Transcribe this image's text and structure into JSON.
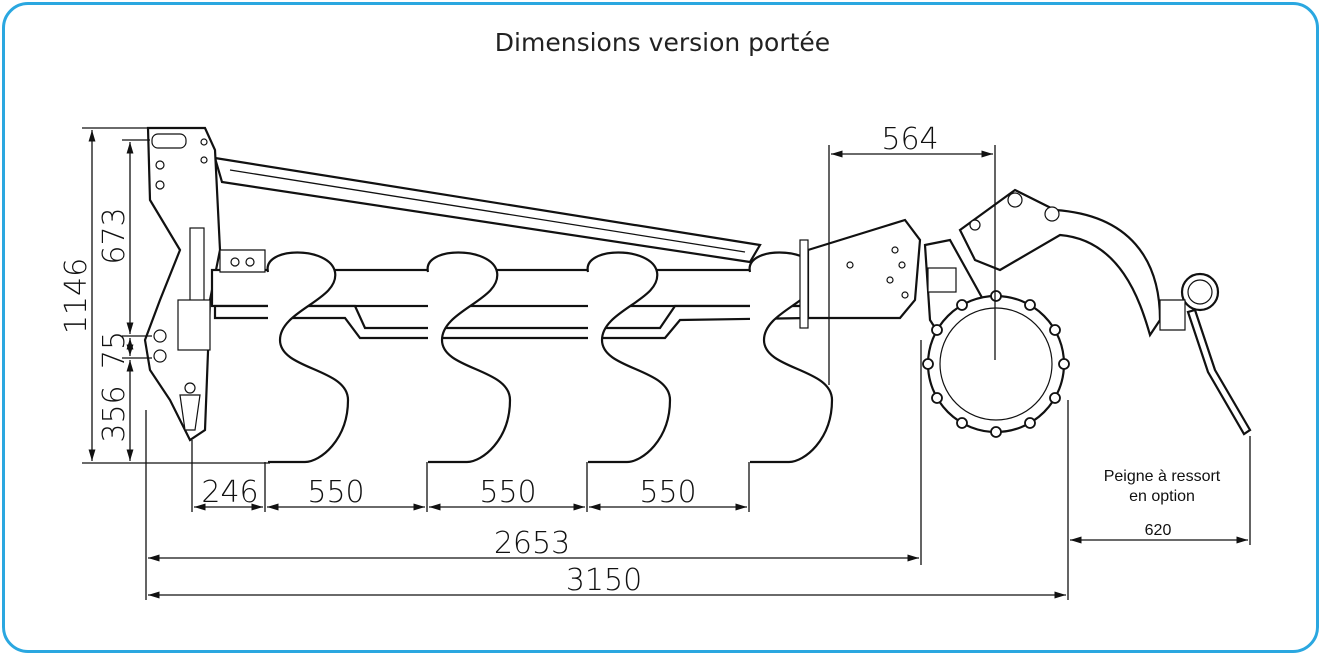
{
  "title": "Dimensions version portée",
  "dimensions": {
    "height_total": "1146",
    "height_upper": "673",
    "height_mid": "75",
    "height_lower": "356",
    "offset_first": "246",
    "spacing_1": "550",
    "spacing_2": "550",
    "spacing_3": "550",
    "width_frame": "2653",
    "width_total": "3150",
    "roller_offset": "564",
    "comb_length": "620"
  },
  "notes": {
    "comb_line1": "Peigne à ressort",
    "comb_line2": "en option"
  },
  "colors": {
    "frame_border": "#2aa7e0",
    "ink": "#111111"
  }
}
